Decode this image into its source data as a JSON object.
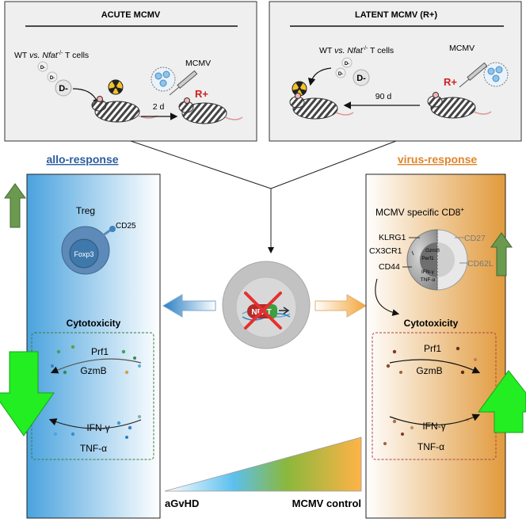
{
  "acute": {
    "title": "ACUTE MCMV",
    "cells_prefix": "WT ",
    "cells_vs": "vs. ",
    "cells_gene": "Nfat",
    "cells_sup": "-/-",
    "cells_suffix": " T cells",
    "donor": "D-",
    "virus": "MCMV",
    "recipient": "R+",
    "duration": "2 d"
  },
  "latent": {
    "title": "LATENT MCMV (R+)",
    "cells_prefix": "WT ",
    "cells_vs": "vs. ",
    "cells_gene": "Nfat",
    "cells_sup": "-/-",
    "cells_suffix": " T cells",
    "donor": "D-",
    "virus": "MCMV",
    "recipient": "R+",
    "duration": "90 d"
  },
  "center": {
    "label": "NFAT"
  },
  "allo": {
    "heading": "allo-response",
    "treg": "Treg",
    "foxp3": "Foxp3",
    "cd25": "CD25",
    "cyto": "Cytotoxicity",
    "prf1": "Prf1",
    "gzmb": "GzmB",
    "ifng": "IFN-γ",
    "tnfa": "TNF-α"
  },
  "virus": {
    "heading": "virus-response",
    "cd8_title": "MCMV specific CD8",
    "cd8_sup": "+",
    "klrg1": "KLRG1",
    "cx3cr1": "CX3CR1",
    "cd44": "CD44",
    "cd27": "CD27",
    "cd62l": "CD62L",
    "in_gzmb": "GzmB",
    "in_prf1": "Perf1",
    "in_ifng": "IFN-γ",
    "in_tnfa": "TNF-α",
    "cyto": "Cytotoxicity",
    "prf1": "Prf1",
    "gzmb": "GzmB",
    "ifng": "IFN-γ",
    "tnfa": "TNF-α"
  },
  "bottom": {
    "left": "aGvHD",
    "right": "MCMV control"
  },
  "colors": {
    "allo": "#2a5ea0",
    "virus": "#e0852a",
    "green": "#22ee22",
    "olive": "#5a8a4a"
  }
}
